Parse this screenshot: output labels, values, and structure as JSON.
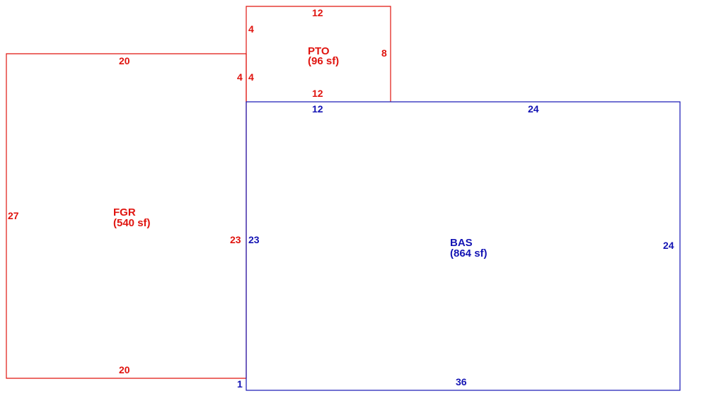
{
  "colors": {
    "secondary_area": "#e0140f",
    "main_area": "#1414b4"
  },
  "areas": {
    "fgr": {
      "name": "FGR",
      "area": "(540 sf)",
      "top": "20",
      "left": "27",
      "bottom": "20",
      "right": "23"
    },
    "pto": {
      "name": "PTO",
      "area": "(96 sf)",
      "top": "12",
      "left_upper": "4",
      "left_lower_outer": "4",
      "left_lower_inner": "4",
      "right": "8",
      "bottom": "12"
    },
    "bas": {
      "name": "BAS",
      "area": "(864 sf)",
      "top_left": "12",
      "top_right": "24",
      "left": "23",
      "right": "24",
      "bottom": "36",
      "bottom_left": "1"
    }
  }
}
